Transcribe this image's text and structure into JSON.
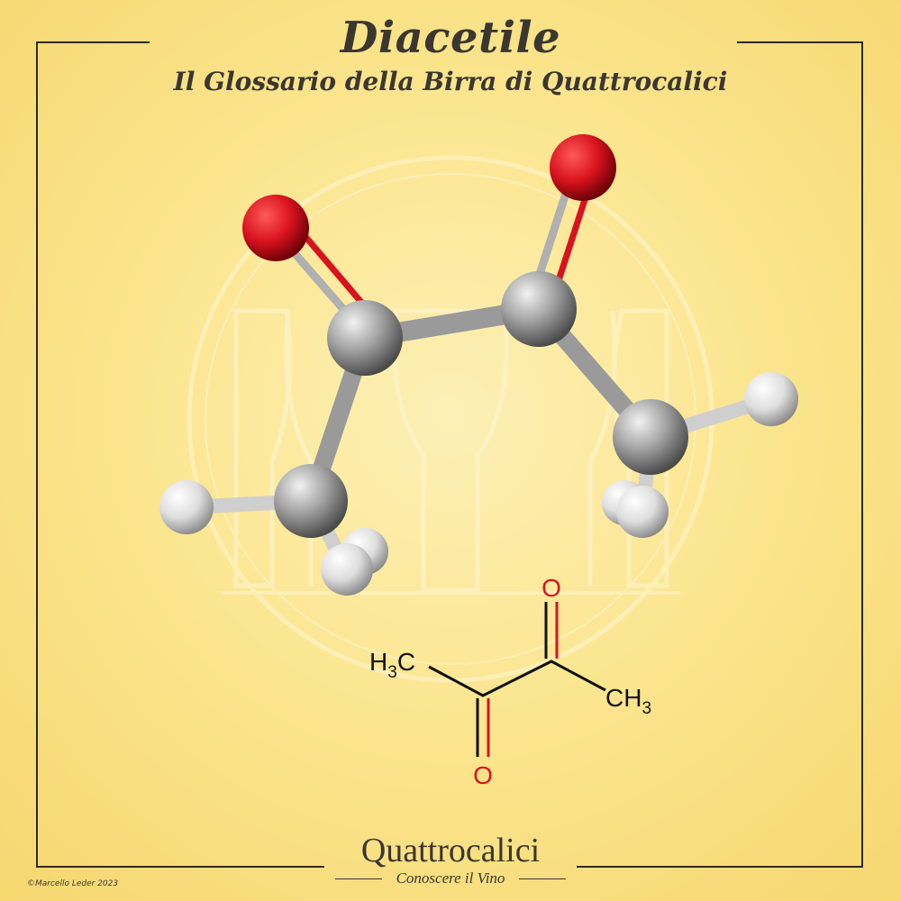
{
  "title": "Diacetile",
  "subtitle": "Il Glossario della Birra di Quattrocalici",
  "brand": "Quattrocalici",
  "tagline": "Conoscere il Vino",
  "copyright": "©Marcello Leder 2023",
  "formula": {
    "left_group": "H3C",
    "right_group": "CH3",
    "oxygen_top": "O",
    "oxygen_bottom": "O"
  },
  "colors": {
    "background": "#fbe58e",
    "oxygen": "#d8131e",
    "carbon": "#8f8f8f",
    "hydrogen": "#e6e6e6",
    "text": "#3a3730"
  },
  "atoms": [
    {
      "element": "O",
      "label": "oxygen-left"
    },
    {
      "element": "O",
      "label": "oxygen-right"
    },
    {
      "element": "C",
      "label": "carbonyl-carbon-left"
    },
    {
      "element": "C",
      "label": "carbonyl-carbon-right"
    },
    {
      "element": "C",
      "label": "methyl-carbon-left"
    },
    {
      "element": "C",
      "label": "methyl-carbon-right"
    },
    {
      "element": "H",
      "label": "hydrogen-left-1"
    },
    {
      "element": "H",
      "label": "hydrogen-left-2"
    },
    {
      "element": "H",
      "label": "hydrogen-left-3"
    },
    {
      "element": "H",
      "label": "hydrogen-right-1"
    },
    {
      "element": "H",
      "label": "hydrogen-right-2"
    },
    {
      "element": "H",
      "label": "hydrogen-right-3"
    }
  ]
}
